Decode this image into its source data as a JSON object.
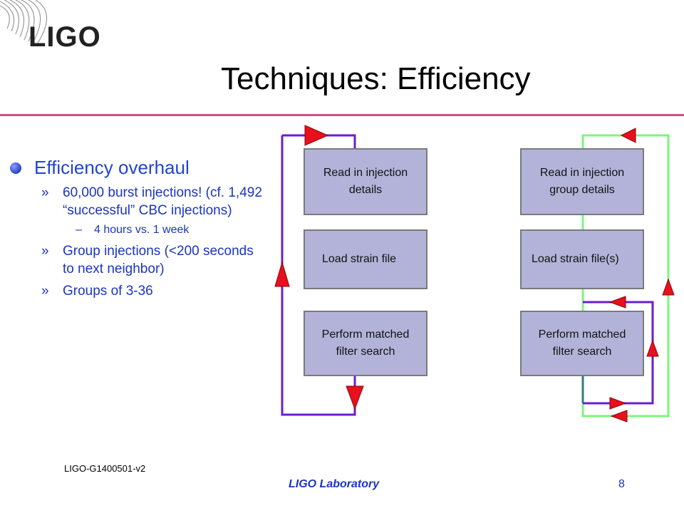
{
  "logo": {
    "text": "LIGO",
    "icon": "ligo-swirl-logo"
  },
  "slide": {
    "title": "Techniques: Efficiency"
  },
  "bullets": {
    "main": "Efficiency overhaul",
    "sub1_mark": "»",
    "sub1": "60,000 burst injections! (cf. 1,492 “successful” CBC injections)",
    "subsub_mark": "–",
    "subsub": "4 hours vs. 1 week",
    "sub2_mark": "»",
    "sub2": "Group injections (<200 seconds to next neighbor)",
    "sub3_mark": "»",
    "sub3": "Groups of 3-36"
  },
  "diagram": {
    "left": {
      "box1": "Read in injection details",
      "box2": "Load strain file",
      "box3": "Perform matched filter search",
      "loop_color": "#6a1ed0"
    },
    "right": {
      "box1": "Read in injection group details",
      "box2": "Load strain file(s)",
      "box3": "Perform matched filter search",
      "outer_loop_color": "#7df57d",
      "inner_loop_color": "#6a1ed0",
      "arrow_color": "#e8101c"
    }
  },
  "footer": {
    "doc_id": "LIGO-G1400501-v2",
    "lab": "LIGO Laboratory",
    "page": "8"
  },
  "colors": {
    "accent_rule": "#cc4f8c",
    "bullet_text": "#1a35c0"
  }
}
